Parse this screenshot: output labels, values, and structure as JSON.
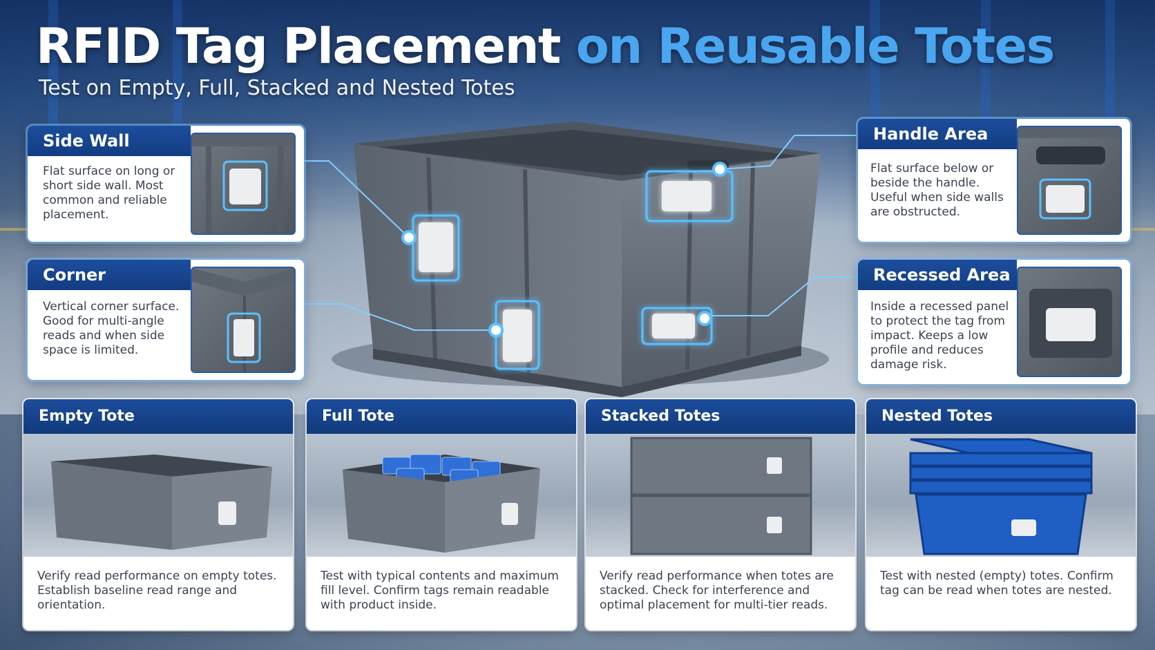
{
  "header": {
    "title_part1": "RFID Tag Placement",
    "title_part2": "on Reusable Totes",
    "subtitle": "Test on Empty, Full, Stacked and Nested Totes"
  },
  "callouts": {
    "side_wall": {
      "title": "Side Wall",
      "text": "Flat surface on long or short side wall. Most common and reliable placement."
    },
    "corner": {
      "title": "Corner",
      "text": "Vertical corner surface. Good for multi-angle reads and when side space is limited."
    },
    "handle_area": {
      "title": "Handle Area",
      "text": "Flat surface below or beside the handle. Useful when side walls are obstructed."
    },
    "recessed_area": {
      "title": "Recessed Area",
      "text": "Inside a recessed panel to protect the tag from impact. Keeps a low profile and reduces damage risk."
    }
  },
  "scenarios": [
    {
      "title": "Empty Tote",
      "text": "Verify read performance on empty totes. Establish baseline read range and orientation."
    },
    {
      "title": "Full Tote",
      "text": "Test with typical contents and maximum fill level. Confirm tags remain readable with product inside."
    },
    {
      "title": "Stacked Totes",
      "text": "Verify read performance when totes are stacked. Check for interference and optimal placement for multi-tier reads."
    },
    {
      "title": "Nested Totes",
      "text": "Test with nested (empty) totes. Confirm tag can be read when totes are nested."
    }
  ],
  "colors": {
    "header_blue": "#1c4d9c",
    "accent_light_blue": "#4aa6f0",
    "tote_gray": "#6b7480",
    "nested_tote_blue": "#1f5fc4",
    "tag_white": "#eceef0",
    "glow": "#5cc0ff"
  }
}
